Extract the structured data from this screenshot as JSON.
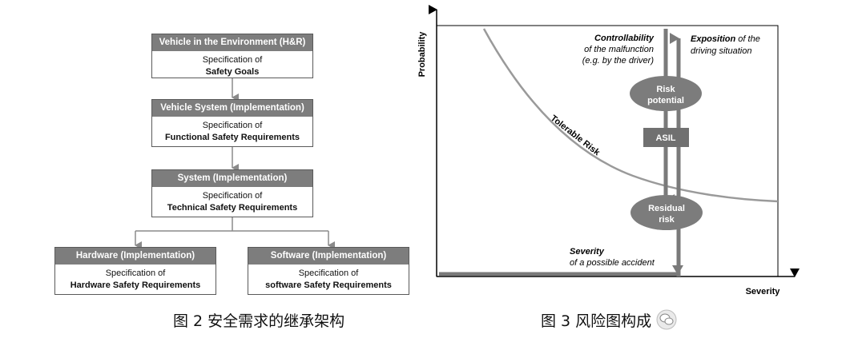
{
  "fig2": {
    "caption": "图 2  安全需求的继承架构",
    "boxes": [
      {
        "header": "Vehicle in the Environment (H&R)",
        "line1": "Specification of",
        "line2": "Safety Goals"
      },
      {
        "header": "Vehicle System (Implementation)",
        "line1": "Specification of",
        "line2": "Functional Safety Requirements"
      },
      {
        "header": "System (Implementation)",
        "line1": "Specification of",
        "line2": "Technical Safety Requirements"
      },
      {
        "header": "Hardware (Implementation)",
        "line1": "Specification of",
        "line2": "Hardware Safety Requirements"
      },
      {
        "header": "Software (Implementation)",
        "line1": "Specification of",
        "line2": "software Safety Requirements"
      }
    ]
  },
  "fig3": {
    "caption": "图 3  风险图构成",
    "y_axis_label": "Probability",
    "x_axis_label": "Severity",
    "controllability": {
      "title": "Controllability",
      "line1": "of the malfunction",
      "line2": "(e.g. by the driver)"
    },
    "exposition": {
      "title": "Exposition",
      "rest": " of the",
      "line2": "driving situation"
    },
    "risk_potential": {
      "line1": "Risk",
      "line2": "potential"
    },
    "asil": "ASIL",
    "residual_risk": {
      "line1": "Residual",
      "line2": "risk"
    },
    "tolerable_risk": "Tolerable Risk",
    "severity_note": {
      "title": "Severity",
      "line2": "of a possible accident"
    },
    "colors": {
      "arrow": "#7a7a7a",
      "ellipse": "#7c7c7c",
      "curve": "#9a9a9a",
      "axis": "#000000"
    }
  }
}
